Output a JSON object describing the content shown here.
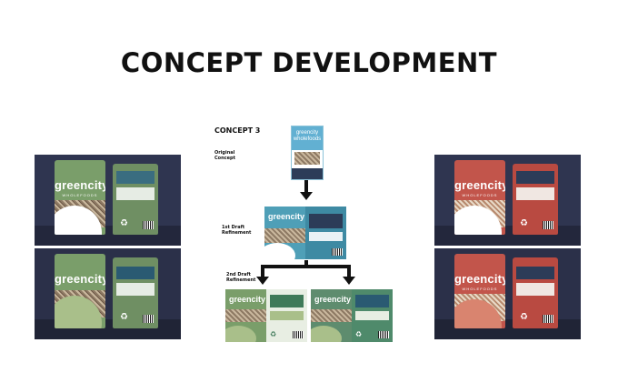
{
  "page": {
    "title": "CONCEPT DEVELOPMENT"
  },
  "concept": {
    "heading": "CONCEPT 3",
    "original_label": "Original Concept",
    "draft1_label": "1st Draft Refinement",
    "draft2_label": "2nd Draft Refinement",
    "original_pouch_text": "greencity wholefoods"
  },
  "packaging": {
    "brand": "greencity",
    "sub_brand": "WHOLEFOODS",
    "colors": {
      "green_light": "#7a9e6a",
      "green_dark": "#3f7a59",
      "sage": "#a9bf8a",
      "teal": "#4f9fb7",
      "coral": "#c2554b",
      "navy_bg": "#2f3550"
    }
  }
}
